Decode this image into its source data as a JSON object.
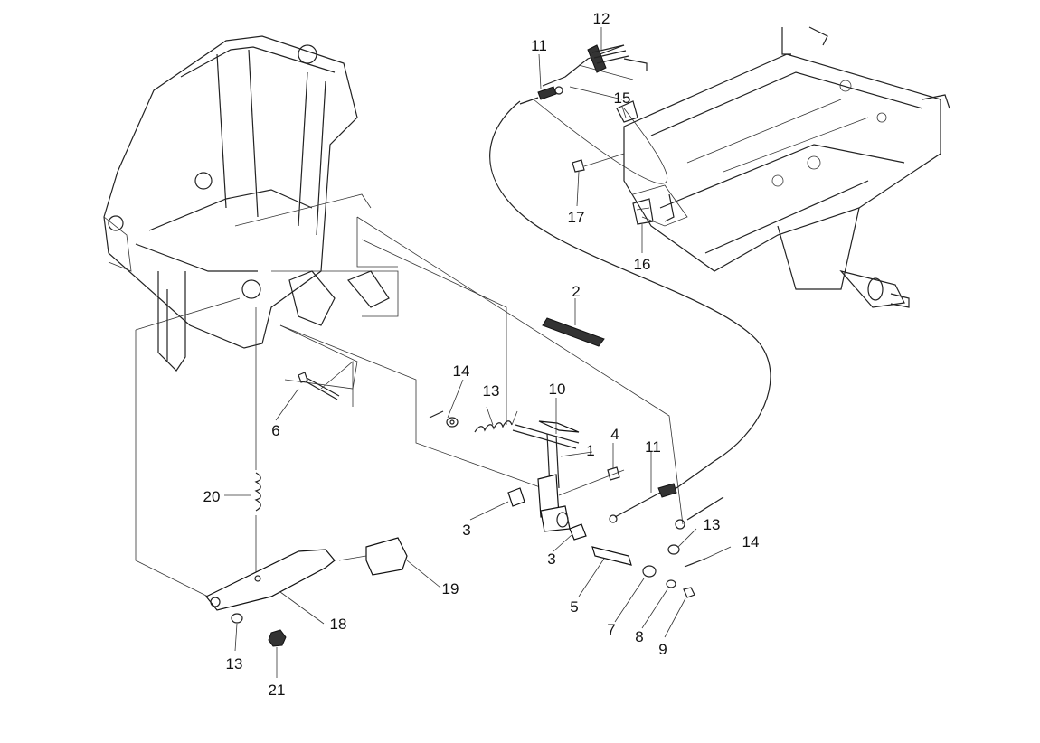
{
  "labels": {
    "p1": "1",
    "p2": "2",
    "p3a": "3",
    "p3b": "3",
    "p4": "4",
    "p5": "5",
    "p6": "6",
    "p7": "7",
    "p8": "8",
    "p9": "9",
    "p10": "10",
    "p11a": "11",
    "p11b": "11",
    "p12": "12",
    "p13a": "13",
    "p13b": "13",
    "p13c": "13",
    "p14a": "14",
    "p14b": "14",
    "p15": "15",
    "p16": "16",
    "p17": "17",
    "p18": "18",
    "p19": "19",
    "p20": "20",
    "p21": "21"
  }
}
